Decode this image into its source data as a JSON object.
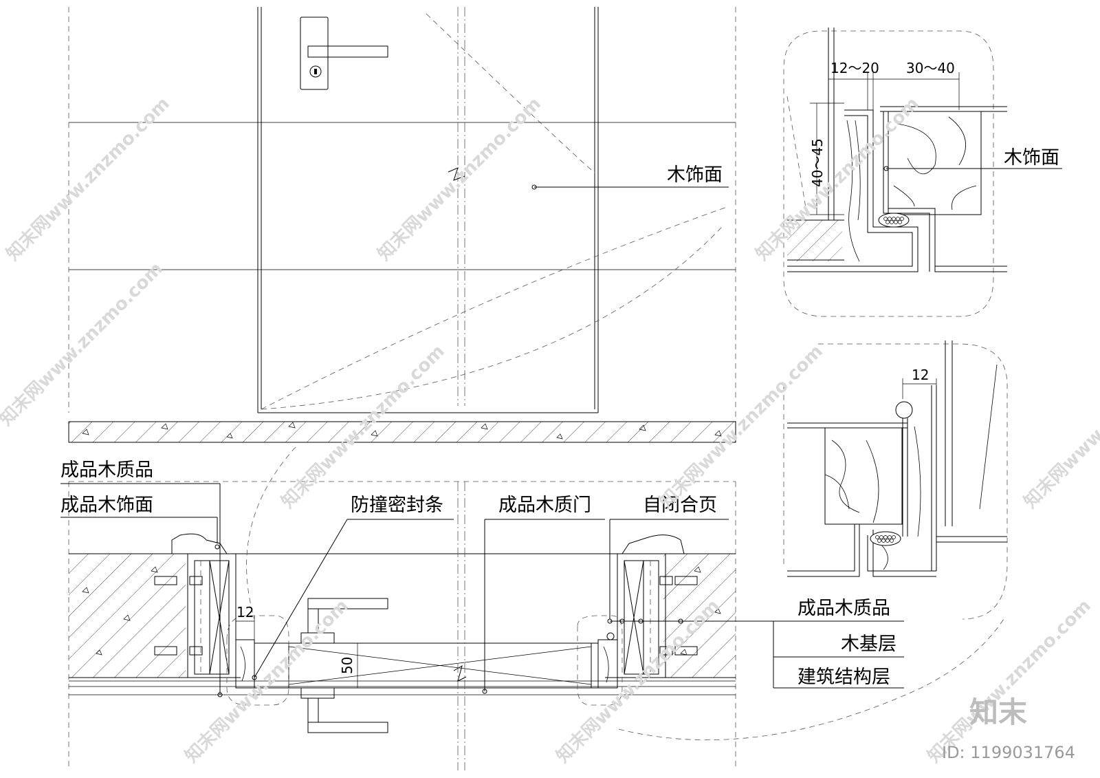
{
  "labels": {
    "wood_finish_top": "木饰面",
    "wood_finish_detail": "木饰面",
    "finished_wood_product_1": "成品木质品",
    "finished_wood_finish": "成品木饰面",
    "anti_collision_seal": "防撞密封条",
    "finished_wood_door": "成品木质门",
    "self_closing_hinge": "自闭合页",
    "finished_wood_product_2": "成品木质品",
    "wood_base_layer": "木基层",
    "building_structure_layer": "建筑结构层"
  },
  "dimensions": {
    "gap_12_20": "12～20",
    "depth_30_40": "30～40",
    "height_40_45": "40～45",
    "gap_12_lower": "12",
    "gap_12_plan": "12",
    "door_thickness_50": "50"
  },
  "watermark": {
    "text": "知末网www.znzmo.com",
    "brand": "知末",
    "id": "ID: 1199031764"
  }
}
